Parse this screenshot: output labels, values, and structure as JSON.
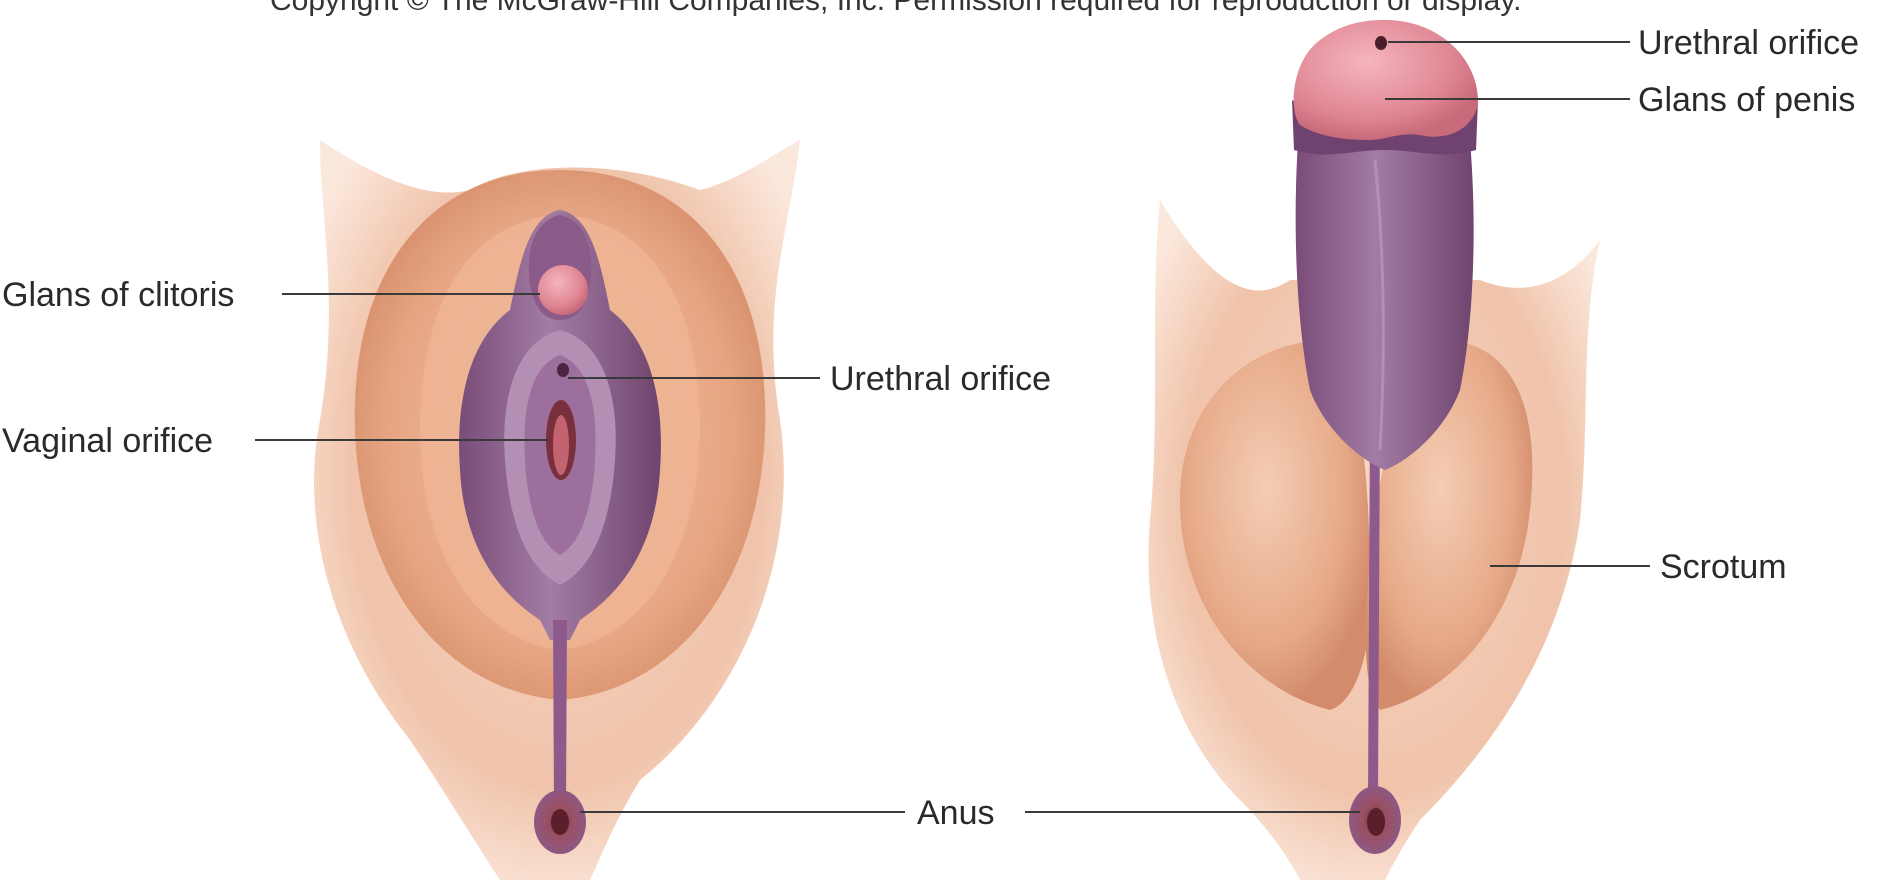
{
  "header_fragment": "Copyright © The McGraw-Hill Companies, Inc. Permission required for reproduction or display.",
  "labels": {
    "female_glans_clitoris": "Glans of clitoris",
    "female_urethral_orifice": "Urethral orifice",
    "female_vaginal_orifice": "Vaginal orifice",
    "male_urethral_orifice": "Urethral orifice",
    "male_glans_penis": "Glans of penis",
    "male_scrotum": "Scrotum",
    "anus": "Anus"
  },
  "colors": {
    "skin_light": "#f4cdb6",
    "skin_mid": "#eab08f",
    "skin_dark": "#d98d6e",
    "mucosa_purple": "#8e5a8c",
    "mucosa_purple_light": "#a879a6",
    "mucosa_purple_dark": "#5e3a5d",
    "glans_pink": "#e58a9a",
    "text": "#2a2a2a",
    "leader": "#3a3a3a"
  }
}
